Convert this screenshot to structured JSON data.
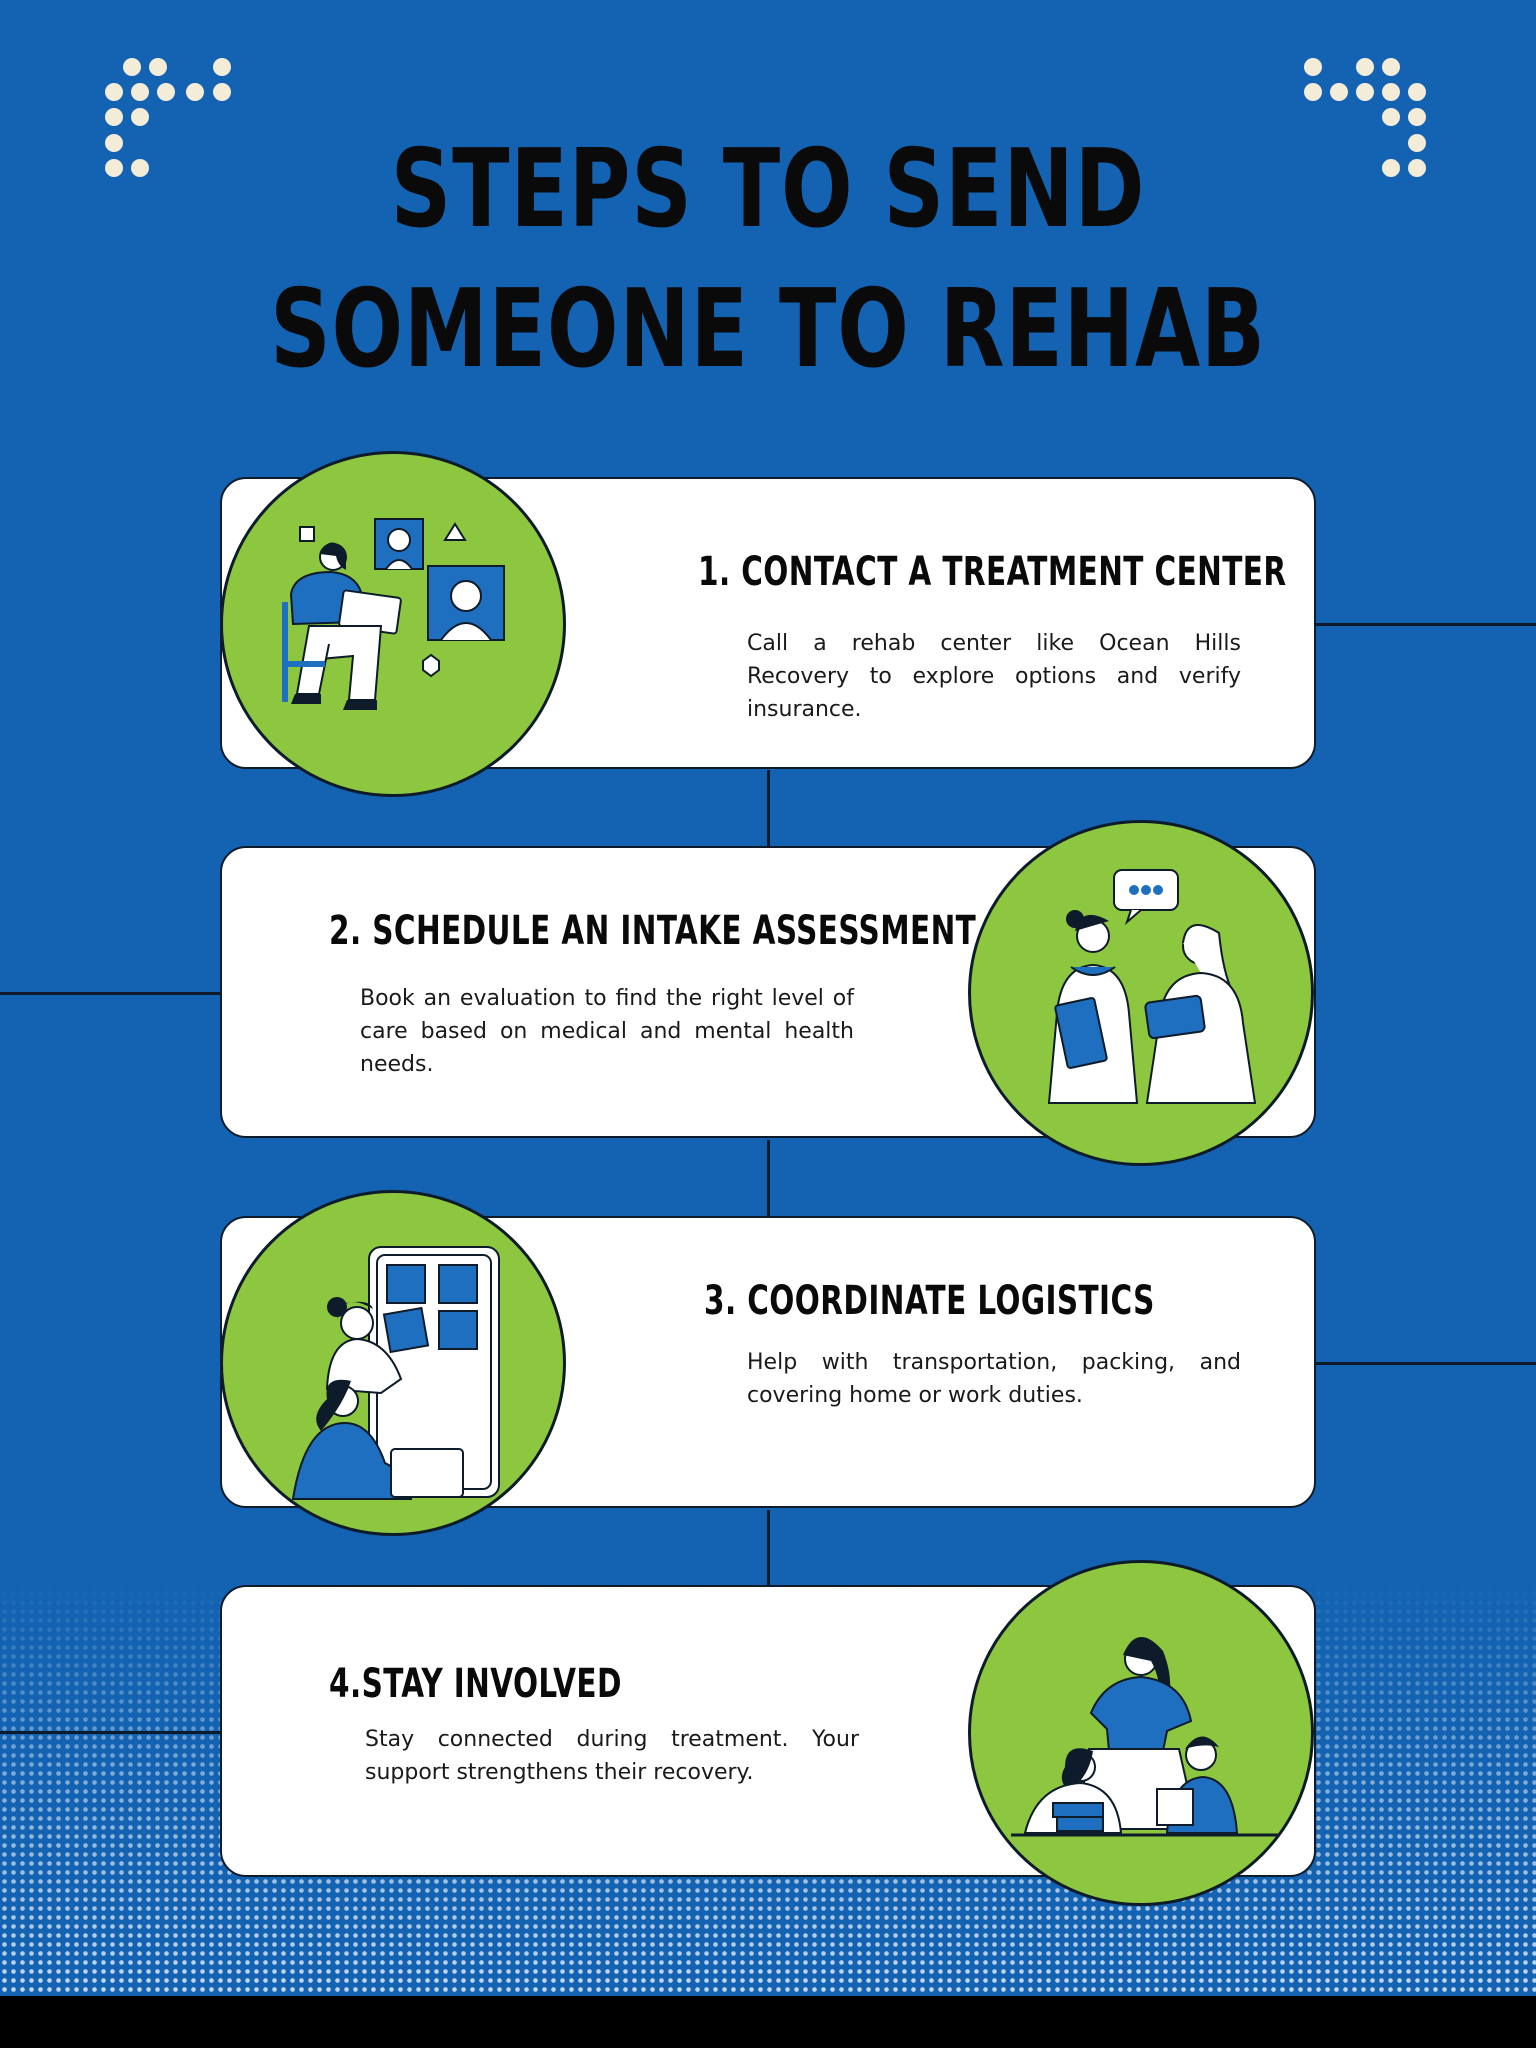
{
  "title": {
    "line1": "STEPS TO SEND",
    "line2": "SOMEONE TO REHAB"
  },
  "colors": {
    "background": "#1363b2",
    "accent_green": "#8dc63f",
    "card": "#ffffff",
    "outline": "#0d1b2a",
    "dots": "#f2ecd9"
  },
  "steps": [
    {
      "title": "1. CONTACT A TREATMENT CENTER",
      "description": "Call a rehab center like Ocean Hills Recovery to explore options and verify insurance.",
      "icon": "video-call-illustration"
    },
    {
      "title": "2. SCHEDULE AN INTAKE ASSESSMENT",
      "description": "Book an evaluation to find the right level of care based on medical and mental health needs.",
      "icon": "consultation-illustration"
    },
    {
      "title": "3. COORDINATE LOGISTICS",
      "description": "Help with transportation, packing, and covering home or work duties.",
      "icon": "puzzle-teamwork-illustration"
    },
    {
      "title": "4.STAY INVOLVED",
      "description": "Stay connected during treatment. Your support strengthens their recovery.",
      "icon": "family-support-illustration"
    }
  ]
}
